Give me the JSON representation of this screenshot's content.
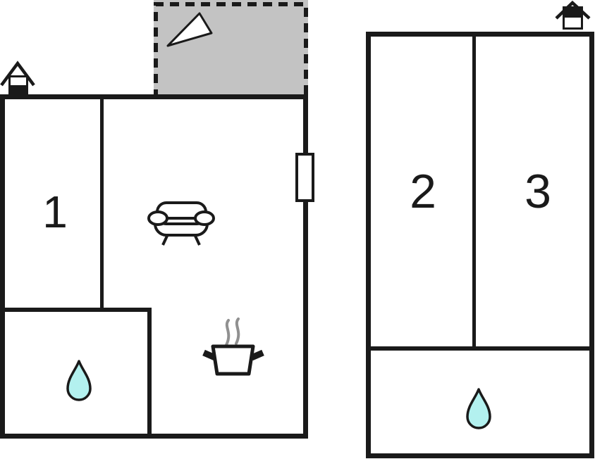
{
  "colors": {
    "wall": "#1a1a1a",
    "terrace_fill": "#c3c3c3",
    "water_drop_fill": "#b3f1ef",
    "steam": "#909090",
    "room_fill": "#ffffff"
  },
  "main_house": {
    "rooms": [
      {
        "label": "1"
      }
    ],
    "icons": [
      "chimney-icon",
      "north-arrow-icon",
      "sofa-icon",
      "cooking-pot-icon",
      "water-drop-icon",
      "window-icon"
    ]
  },
  "annex": {
    "rooms": [
      {
        "label": "2"
      },
      {
        "label": "3"
      }
    ],
    "icons": [
      "chimney-icon",
      "water-drop-icon"
    ]
  }
}
